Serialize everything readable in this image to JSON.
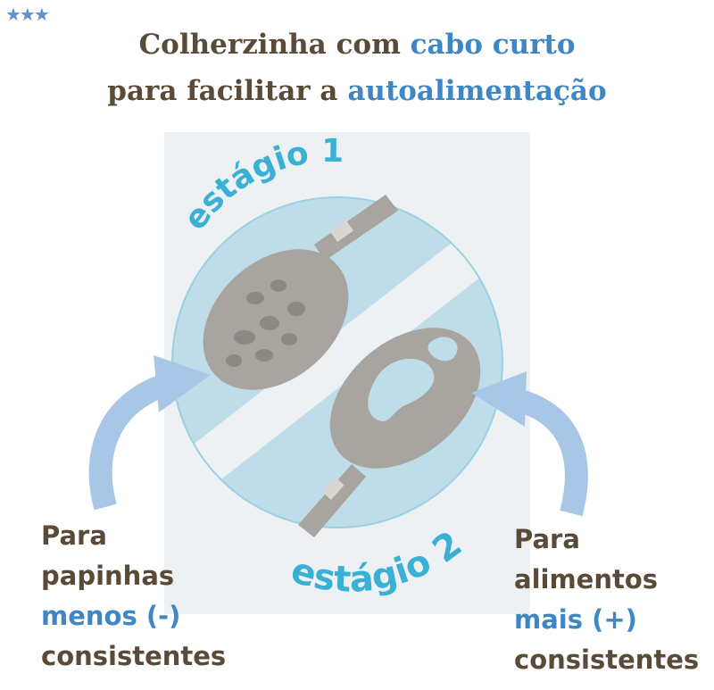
{
  "stars": "★★★",
  "colors": {
    "brown": "#5a4a38",
    "blue": "#3f86c4",
    "star": "#5b92cf",
    "arrow": "#a8c6e6",
    "circle": "#bfdce9",
    "ring": "#9ad0e4",
    "spoon": "#a8a49f",
    "spoon_dark": "#7d7975",
    "card": "#eef1f3",
    "stage_text": "#3ab0d4"
  },
  "title": {
    "line1_a": "Colherzinha com ",
    "line1_b": "cabo curto",
    "line2_a": "para facilitar a ",
    "line2_b": "autoalimentação"
  },
  "photo": {
    "stage1": "estágio 1",
    "stage2": "estágio 2"
  },
  "left": {
    "l1": "Para",
    "l2": "papinhas",
    "l3": "menos (-)",
    "l4": "consistentes"
  },
  "right": {
    "l1": "Para",
    "l2": "alimentos",
    "l3": "mais (+)",
    "l4": "consistentes"
  }
}
